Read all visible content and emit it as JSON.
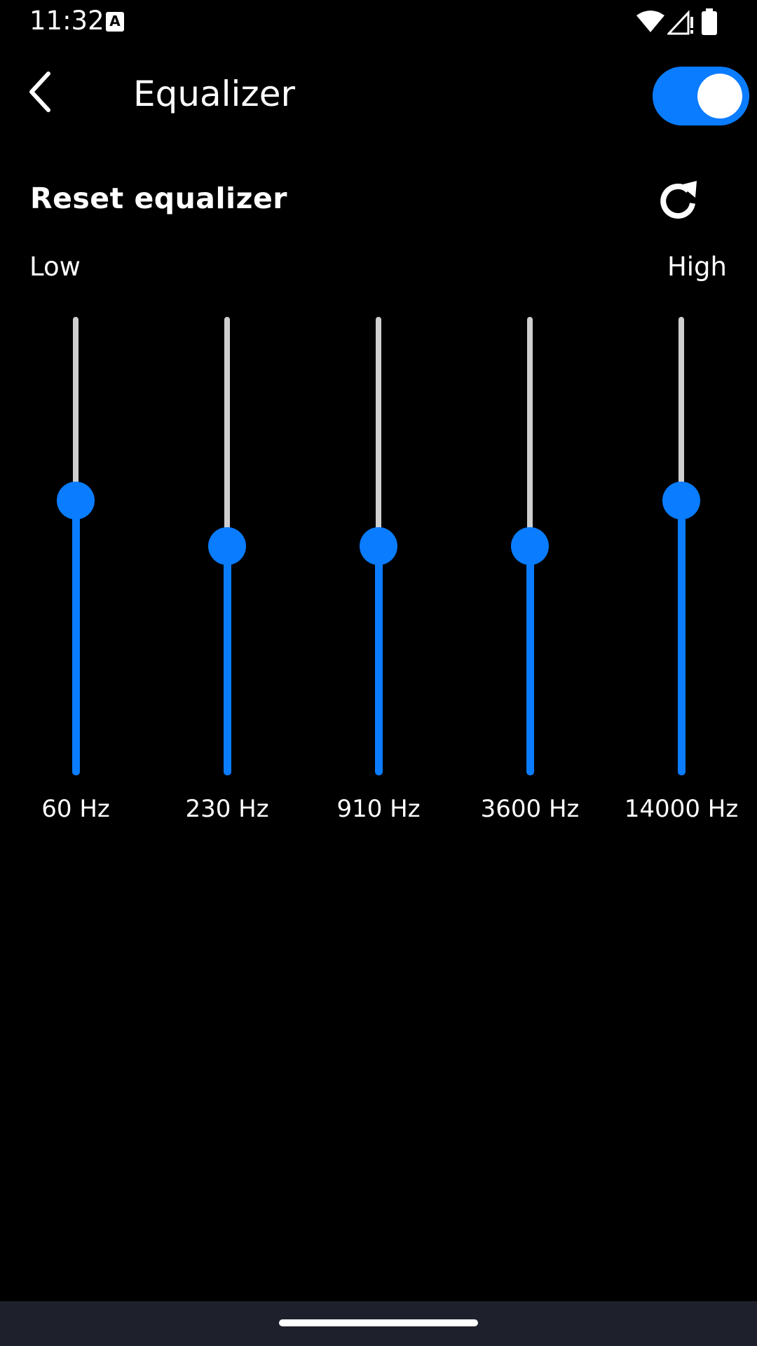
{
  "status_bar": {
    "time": "11:32",
    "notification_icon": "A",
    "icons": [
      "wifi-icon",
      "signal-icon",
      "battery-icon"
    ]
  },
  "app_bar": {
    "title": "Equalizer",
    "back_icon": "chevron-left-icon",
    "toggle_state": "on"
  },
  "reset": {
    "label": "Reset equalizer",
    "icon": "refresh-icon"
  },
  "range": {
    "low": "Low",
    "high": "High"
  },
  "bands": [
    {
      "label": "60 Hz",
      "level": 0.6
    },
    {
      "label": "230 Hz",
      "level": 0.5
    },
    {
      "label": "910 Hz",
      "level": 0.5
    },
    {
      "label": "3600 Hz",
      "level": 0.5
    },
    {
      "label": "14000 Hz",
      "level": 0.6
    }
  ],
  "colors": {
    "accent": "#0a7cff",
    "background": "#000000",
    "track_inactive": "#cfcfcf",
    "nav_bar": "#1e202b"
  }
}
